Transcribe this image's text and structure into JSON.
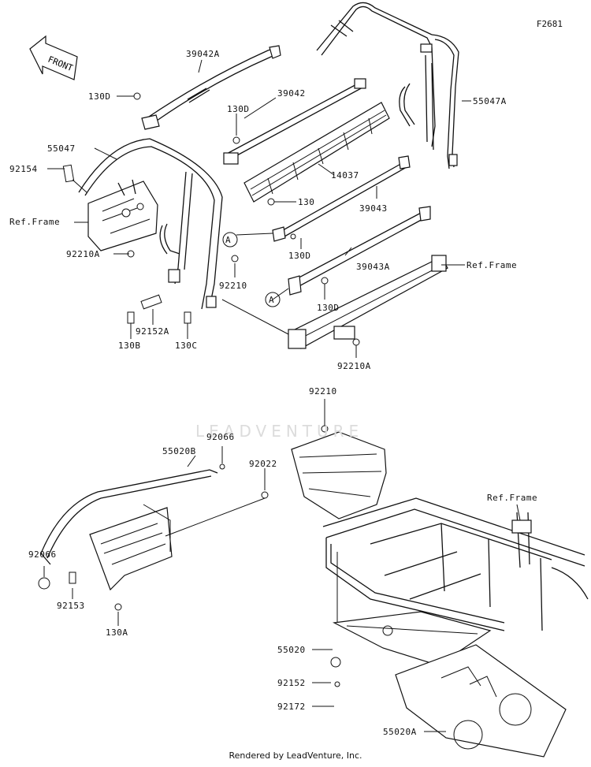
{
  "diagram": {
    "figure_code": "F2681",
    "front_label": "FRONT",
    "watermark": "LEADVENTURE",
    "footer": "Rendered by LeadVenture, Inc.",
    "labels": {
      "l_39042A": "39042A",
      "l_130D_a": "130D",
      "l_130D_b": "130D",
      "l_39042": "39042",
      "l_55047A": "55047A",
      "l_55047": "55047",
      "l_92154": "92154",
      "l_refframe_a": "Ref.Frame",
      "l_14037": "14037",
      "l_130": "130",
      "l_39043": "39043",
      "l_92210A_a": "92210A",
      "l_A_a": "A",
      "l_130D_c": "130D",
      "l_39043A": "39043A",
      "l_refframe_b": "Ref.Frame",
      "l_92210": "92210",
      "l_A_b": "A",
      "l_130D_d": "130D",
      "l_130B": "130B",
      "l_92152A": "92152A",
      "l_130C": "130C",
      "l_92210A_b": "92210A",
      "l_92210_b": "92210",
      "l_92066_a": "92066",
      "l_55020B": "55020B",
      "l_92022": "92022",
      "l_refframe_c": "Ref.Frame",
      "l_92066_b": "92066",
      "l_92153": "92153",
      "l_130A": "130A",
      "l_55020": "55020",
      "l_92152": "92152",
      "l_92172": "92172",
      "l_55020A": "55020A"
    }
  }
}
